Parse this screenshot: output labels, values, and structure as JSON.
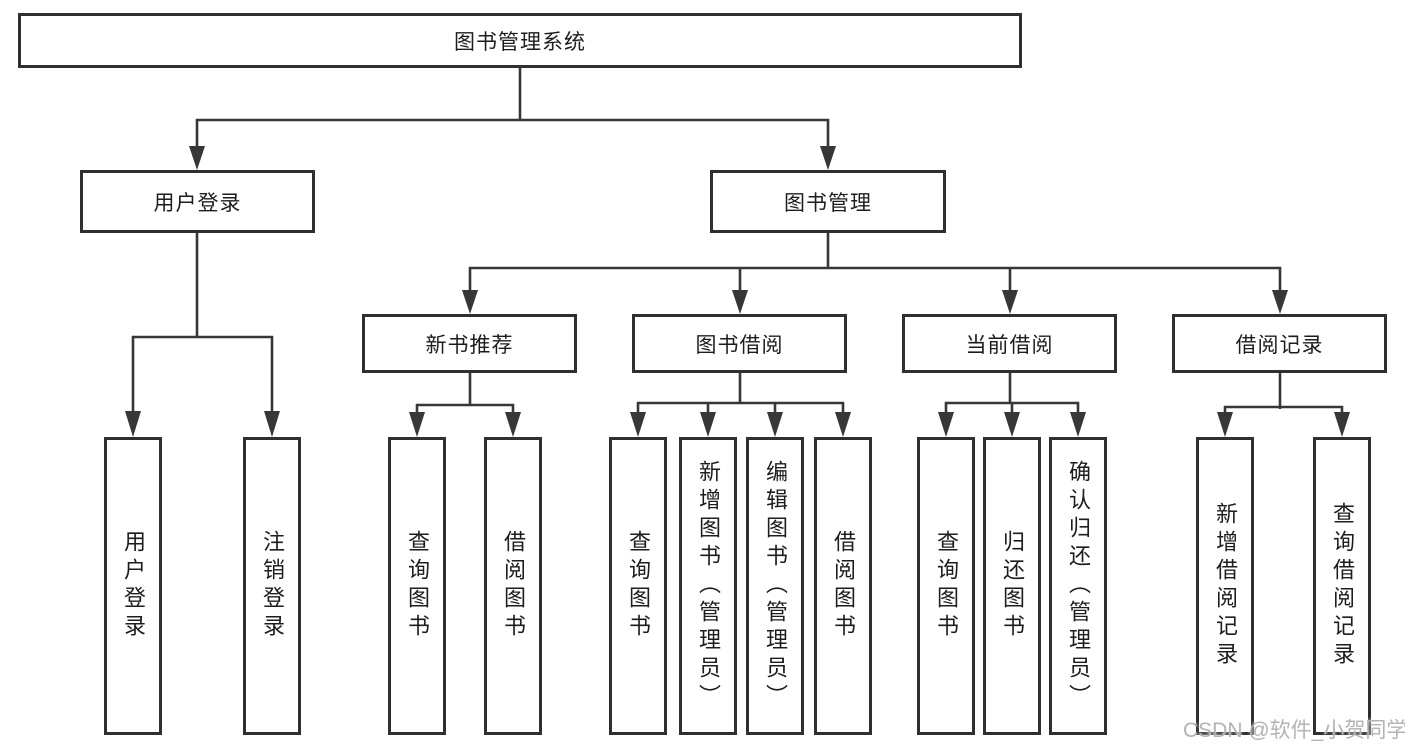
{
  "diagram_type": "functional-decomposition-tree",
  "tree": {
    "label": "图书管理系统",
    "children": [
      {
        "label": "用户登录",
        "children": [
          {
            "label": "用户登录"
          },
          {
            "label": "注销登录"
          }
        ]
      },
      {
        "label": "图书管理",
        "children": [
          {
            "label": "新书推荐",
            "children": [
              {
                "label": "查询图书"
              },
              {
                "label": "借阅图书"
              }
            ]
          },
          {
            "label": "图书借阅",
            "children": [
              {
                "label": "查询图书"
              },
              {
                "label": "新增图书（管理员）"
              },
              {
                "label": "编辑图书（管理员）"
              },
              {
                "label": "借阅图书"
              }
            ]
          },
          {
            "label": "当前借阅",
            "children": [
              {
                "label": "查询图书"
              },
              {
                "label": "归还图书"
              },
              {
                "label": "确认归还（管理员）"
              }
            ]
          },
          {
            "label": "借阅记录",
            "children": [
              {
                "label": "新增借阅记录"
              },
              {
                "label": "查询借阅记录"
              }
            ]
          }
        ]
      }
    ]
  },
  "watermark": "CSDN @软件_小贺同学",
  "colors": {
    "line": "#373737",
    "border": "#2f2f2f",
    "text": "#1d1d1d",
    "watermark": "#b3b3b3",
    "background": "#ffffff"
  }
}
